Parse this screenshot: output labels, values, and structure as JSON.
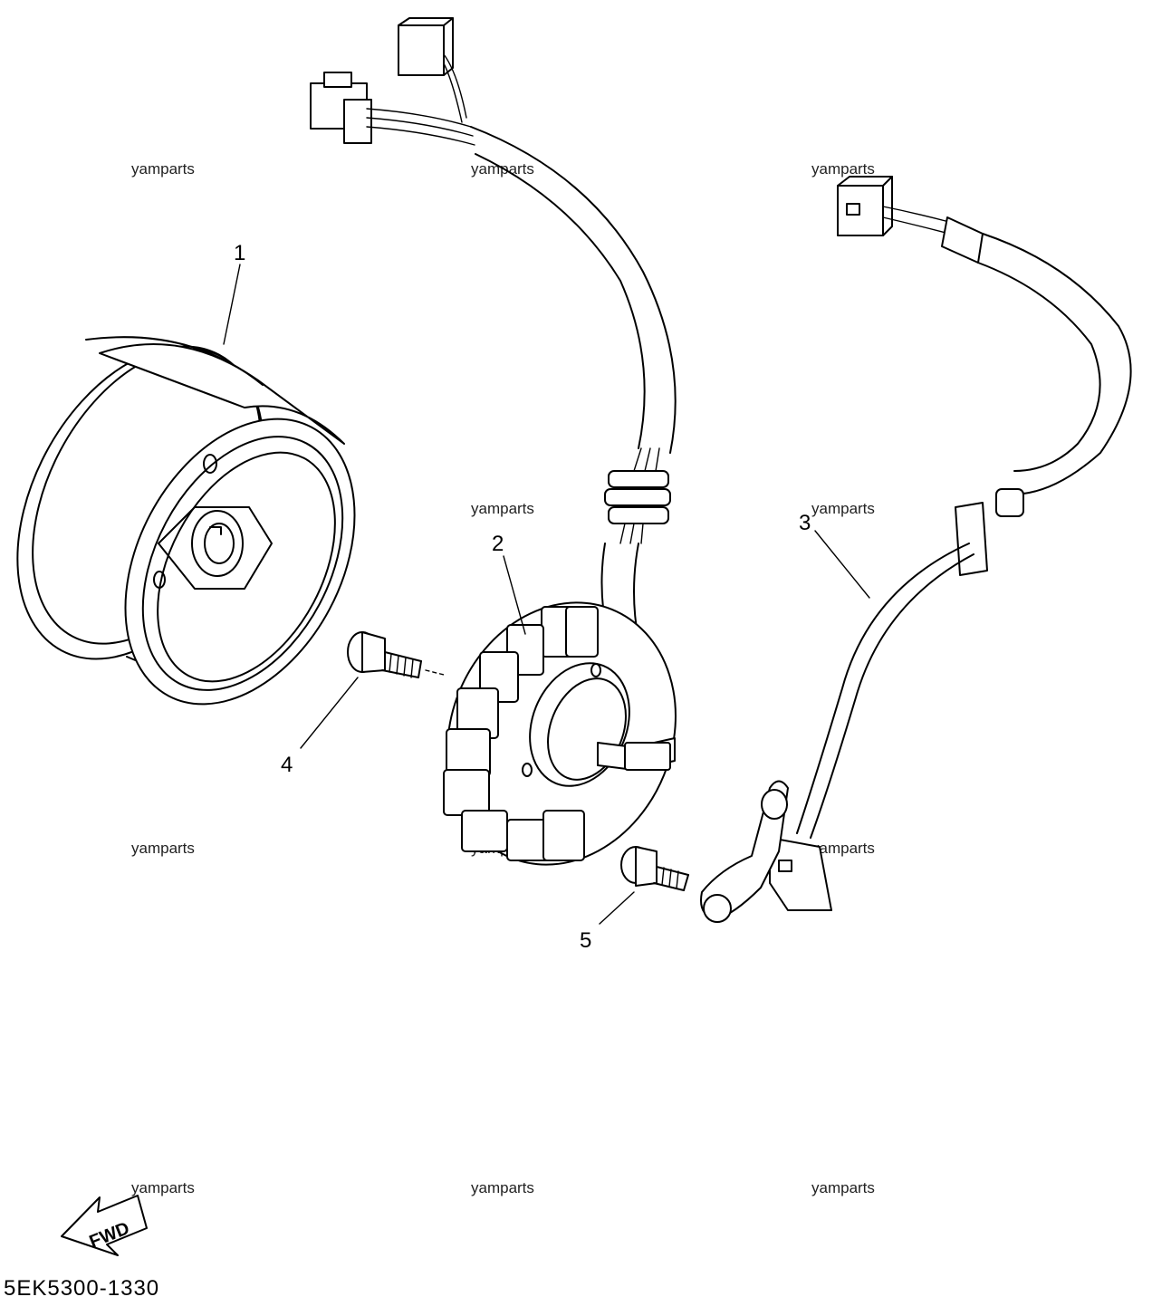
{
  "diagram": {
    "part_number": "5EK5300-1330",
    "fwd_label": "FWD",
    "callouts": [
      "1",
      "2",
      "3",
      "4",
      "5"
    ],
    "watermark": "yamparts"
  }
}
